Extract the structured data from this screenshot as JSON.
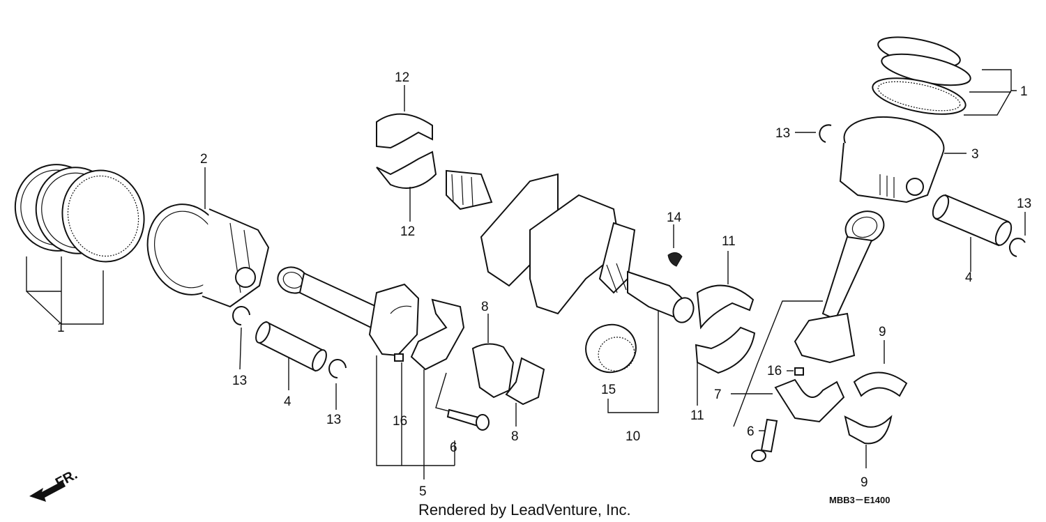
{
  "diagram": {
    "callouts": {
      "c1_left": "1",
      "c1_right": "1",
      "c2": "2",
      "c3": "3",
      "c4_left": "4",
      "c4_right": "4",
      "c5": "5",
      "c6_left": "6",
      "c6_right": "6",
      "c7": "7",
      "c8_top": "8",
      "c8_bottom": "8",
      "c9_top": "9",
      "c9_bottom": "9",
      "c10": "10",
      "c11_top": "11",
      "c11_bottom": "11",
      "c12_top": "12",
      "c12_bottom": "12",
      "c13_left_a": "13",
      "c13_left_b": "13",
      "c13_right_a": "13",
      "c13_right_b": "13",
      "c14": "14",
      "c15": "15",
      "c16_left": "16",
      "c16_right": "16"
    },
    "direction_label": "FR.",
    "diagram_code": "MBB3－E1400",
    "footer": "Rendered by LeadVenture, Inc."
  }
}
